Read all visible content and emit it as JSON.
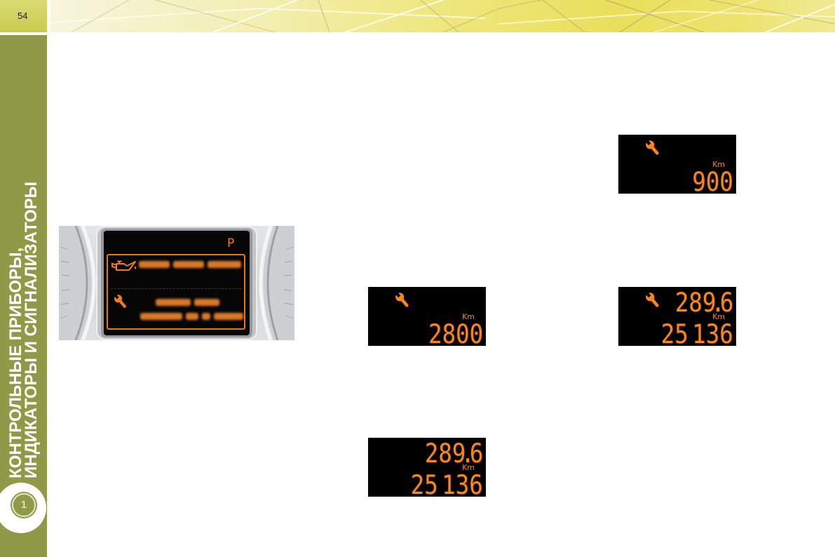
{
  "page": {
    "number": "54",
    "chapter_title_line1": "КОНТРОЛЬНЫЕ ПРИБОРЫ,",
    "chapter_title_line2": "ИНДИКАТОРЫ И СИГНАЛИЗАТОРЫ",
    "chapter_number": "1"
  },
  "colors": {
    "sidebar": "#8f9947",
    "page_tab": "#c9ca4e",
    "banner": "#e9df5c",
    "display_orange": "#f7861e",
    "display_background": "#000000"
  },
  "cluster_display": {
    "gear_indicator": "P",
    "message_icons": [
      "oil-can-icon",
      "wrench-icon"
    ]
  },
  "service_displays": [
    {
      "icon": "wrench-icon",
      "unit": "Km",
      "bottom_value": "900"
    },
    {
      "icon": "wrench-icon",
      "unit": "Km",
      "bottom_value": "2800"
    },
    {
      "icon": "wrench-icon",
      "top_value": "289.6",
      "unit": "Km",
      "bottom_value": "25 136"
    },
    {
      "top_value": "289.6",
      "unit": "Km",
      "bottom_value": "25 136"
    }
  ]
}
